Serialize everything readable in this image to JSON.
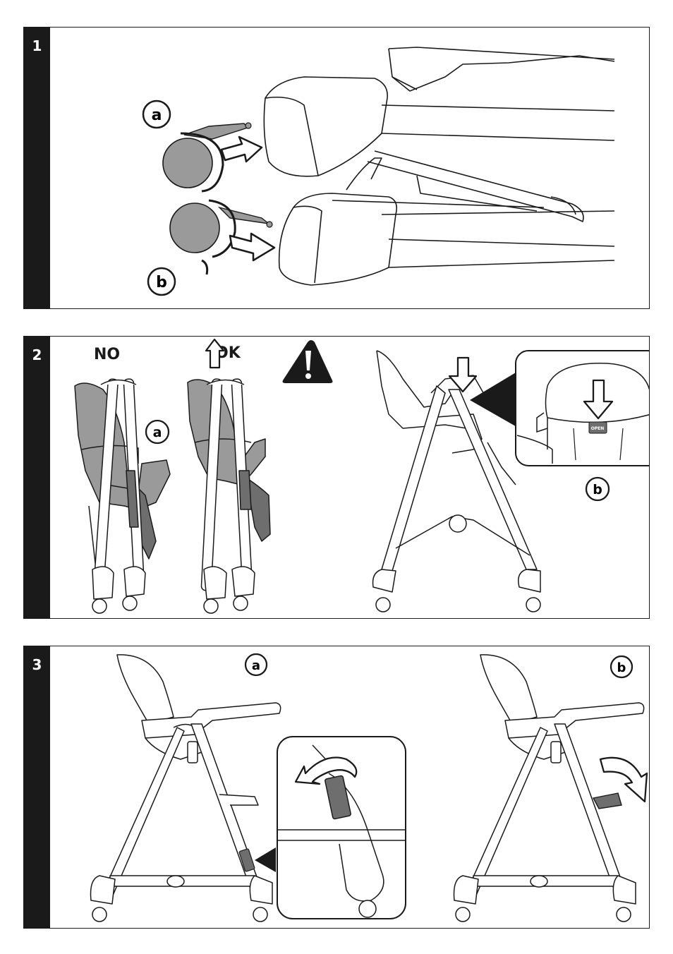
{
  "panels": [
    {
      "number": "1",
      "labels": {
        "a": "a",
        "b": "b"
      }
    },
    {
      "number": "2",
      "labels": {
        "no": "NO",
        "ok": "OK",
        "a": "a",
        "b": "b",
        "open_tag": "OPEN"
      }
    },
    {
      "number": "3",
      "labels": {
        "a": "a",
        "b": "b"
      }
    }
  ],
  "colors": {
    "ink": "#1a1a1a",
    "gray_fill": "#9a9a9a",
    "mid_gray": "#6e6e6e",
    "paper": "#ffffff"
  },
  "icons": [
    "warning-triangle-icon",
    "arrow-right-icon",
    "arrow-down-icon",
    "arrow-up-icon",
    "rotate-arrow-icon"
  ]
}
